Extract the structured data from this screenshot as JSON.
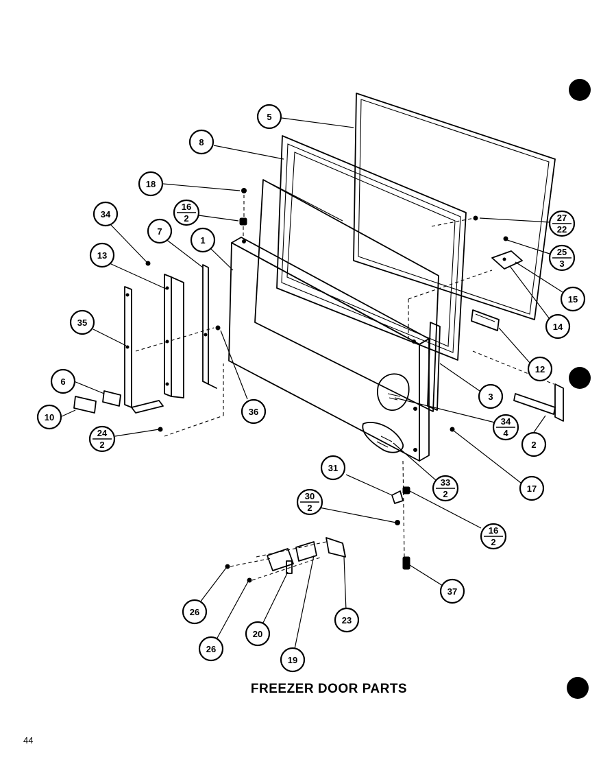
{
  "title": "FREEZER DOOR PARTS",
  "page_number": "44",
  "callouts": [
    {
      "id": "c5",
      "label": "5"
    },
    {
      "id": "c8",
      "label": "8"
    },
    {
      "id": "c18",
      "label": "18"
    },
    {
      "id": "c16a",
      "label": "16",
      "sub": "2"
    },
    {
      "id": "c34a",
      "label": "34"
    },
    {
      "id": "c7",
      "label": "7"
    },
    {
      "id": "c1",
      "label": "1"
    },
    {
      "id": "c13",
      "label": "13"
    },
    {
      "id": "c35",
      "label": "35"
    },
    {
      "id": "c6",
      "label": "6"
    },
    {
      "id": "c10",
      "label": "10"
    },
    {
      "id": "c24",
      "label": "24",
      "sub": "2"
    },
    {
      "id": "c36",
      "label": "36"
    },
    {
      "id": "c27",
      "label": "27",
      "sub": "22"
    },
    {
      "id": "c25",
      "label": "25",
      "sub": "3"
    },
    {
      "id": "c15",
      "label": "15"
    },
    {
      "id": "c14",
      "label": "14"
    },
    {
      "id": "c12",
      "label": "12"
    },
    {
      "id": "c3",
      "label": "3"
    },
    {
      "id": "c34b",
      "label": "34",
      "sub": "4"
    },
    {
      "id": "c2",
      "label": "2"
    },
    {
      "id": "c17",
      "label": "17"
    },
    {
      "id": "c31",
      "label": "31"
    },
    {
      "id": "c33",
      "label": "33",
      "sub": "2"
    },
    {
      "id": "c30",
      "label": "30",
      "sub": "2"
    },
    {
      "id": "c16b",
      "label": "16",
      "sub": "2"
    },
    {
      "id": "c37",
      "label": "37"
    },
    {
      "id": "c26a",
      "label": "26"
    },
    {
      "id": "c26b",
      "label": "26"
    },
    {
      "id": "c20",
      "label": "20"
    },
    {
      "id": "c19",
      "label": "19"
    },
    {
      "id": "c23",
      "label": "23"
    }
  ]
}
